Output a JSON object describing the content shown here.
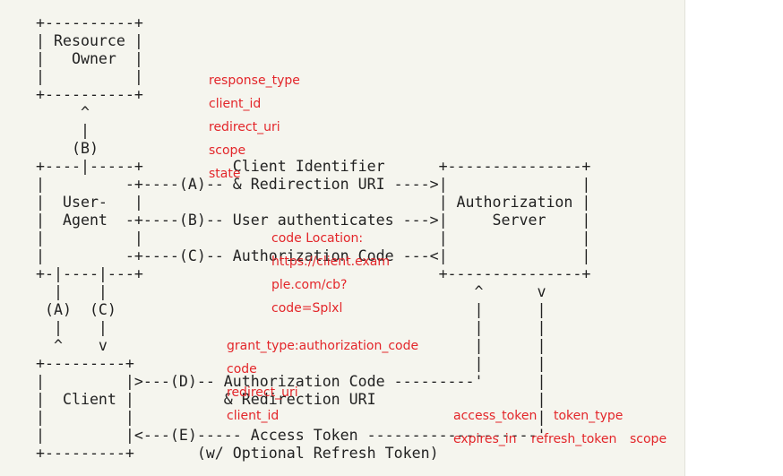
{
  "diagram": {
    "ascii_lines": [
      "+----------+",
      "| Resource |",
      "|   Owner  |",
      "|          |",
      "+----------+",
      "     ^",
      "     |",
      "    (B)",
      "+----|-----+          Client Identifier      +---------------+",
      "|         -+----(A)-- & Redirection URI ---->|               |",
      "|  User-   |                                 | Authorization |",
      "|  Agent  -+----(B)-- User authenticates --->|     Server    |",
      "|          |                                 |               |",
      "|         -+----(C)-- Authorization Code ---<|               |",
      "+-|----|---+                                 +---------------+",
      "  |    |                                         ^      v",
      " (A)  (C)                                        |      |",
      "  |    |                                         |      |",
      "  ^    v                                         |      |",
      "+---------+                                      |      |",
      "|         |>---(D)-- Authorization Code ---------'      |",
      "|  Client |          & Redirection URI                  |",
      "|         |                                             |",
      "|         |<---(E)----- Access Token -------------------'",
      "+---------+       (w/ Optional Refresh Token)"
    ],
    "annotations": {
      "color": "#e3262a",
      "request_params": [
        "response_type",
        "client_id",
        "redirect_uri",
        "scope",
        "state"
      ],
      "code_location": [
        "code Location:",
        "https://client.exam",
        "ple.com/cb?",
        "code=Splxl"
      ],
      "token_request": [
        "grant_type:authorization_code",
        "code",
        "redirect_uri",
        "client_id"
      ],
      "token_response_line1": [
        "access_token",
        "token_type"
      ],
      "token_response_line2": [
        "expires_in",
        "refresh_token",
        "scope"
      ]
    }
  }
}
